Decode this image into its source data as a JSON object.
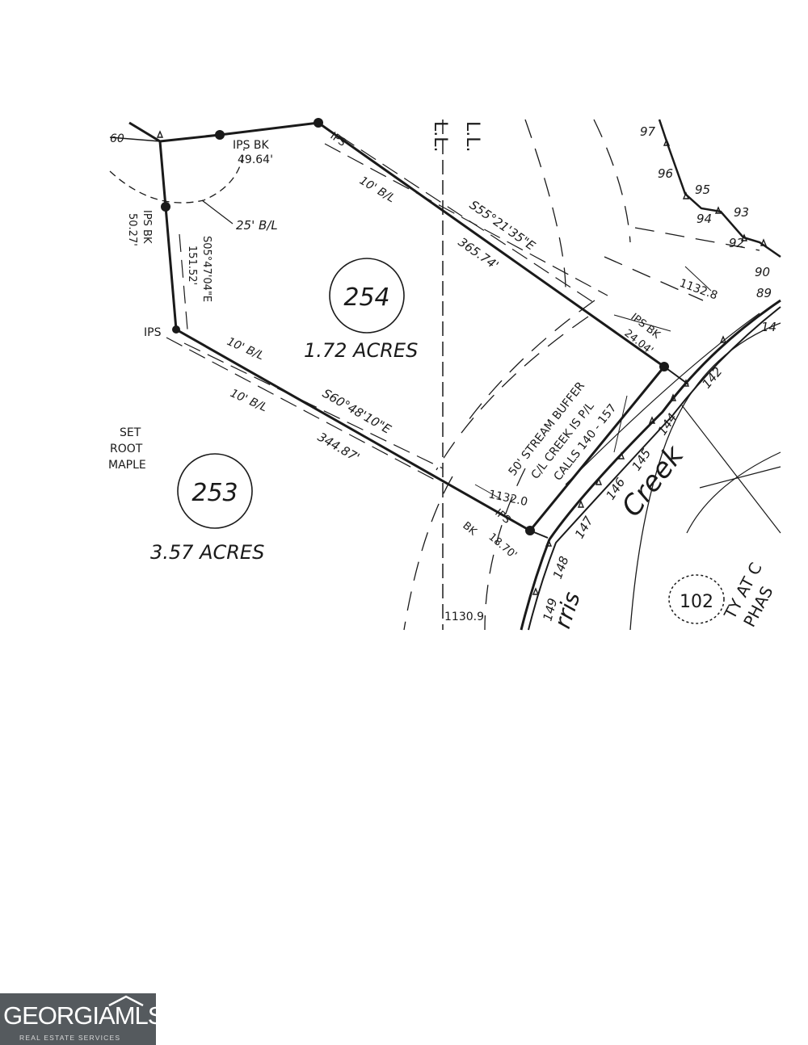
{
  "plat": {
    "lot_254": {
      "number": "254",
      "acres": "1.72 ACRES"
    },
    "lot_253": {
      "number": "253",
      "acres": "3.57 ACRES"
    },
    "lot_102": {
      "number": "102"
    },
    "labels": {
      "ips_top": "IPS",
      "ips_bk_left": "IPS BK",
      "dist_49_64": "49.64'",
      "ips_bk_vert": "IPS BK",
      "dist_50_27": "50.27'",
      "bl_25": "25' B/L",
      "bearing_s05": "S05°47'04\"E",
      "dist_151_52": "151.52'",
      "ips_left": "IPS",
      "bl_10_top": "10' B/L",
      "bearing_s55": "S55°21'35\"E",
      "dist_365_74": "365.74'",
      "bl_10_mid": "10' B/L",
      "bl_10_low": "10' B/L",
      "bearing_s60": "S60°48'10\"E",
      "dist_344_87": "344.87'",
      "set": "SET",
      "root": "ROOT",
      "maple": "MAPLE",
      "ll_1": "L.L.",
      "ll_2": "L.L.",
      "elev_1132_8": "1132.8",
      "elev_1132_0": "1132.0",
      "elev_1130_9": "1130.9",
      "ips_bk_right": "IPS BK",
      "dist_24_04": "24.04'",
      "stream_buffer": "50' STREAM BUFFER",
      "creek_pl": "C/L CREEK IS P/L",
      "calls": "CALLS 140 - 157",
      "ips_bottom": "IPS",
      "bk_bottom": "BK",
      "dist_18_70": "18.70'",
      "creek": "Creek",
      "creek_partial": "rris",
      "city_partial": "TY AT C",
      "phas_partial": "PHAS",
      "call_60": "60",
      "pts": [
        "97",
        "96",
        "95",
        "94",
        "93",
        "92",
        "90",
        "89",
        "14",
        "142",
        "144",
        "145",
        "146",
        "147",
        "148",
        "149"
      ]
    }
  },
  "logo": {
    "name": "GEORGIAMLS",
    "sub": "REAL ESTATE SERVICES"
  }
}
